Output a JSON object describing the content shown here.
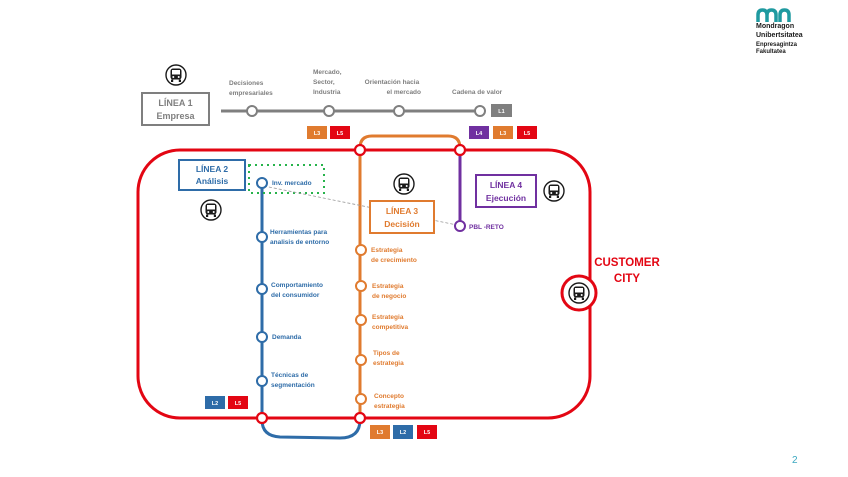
{
  "logo": {
    "name_line1": "Mondragon",
    "name_line2": "Unibertsitatea",
    "faculty_line1": "Enpresagintza",
    "faculty_line2": "Fakultatea",
    "color": "#1f9aa0"
  },
  "colors": {
    "linea1": "#7f7f7f",
    "linea2": "#2e6ca8",
    "linea3": "#e07b2f",
    "linea4": "#7030a0",
    "linea5": "#e30613",
    "dotted": "#27b34b"
  },
  "linea1": {
    "title_prefix": "LÍNEA",
    "number": "1",
    "name": "Empresa",
    "stations": [
      {
        "label": [
          "Decisiones",
          "empresariales"
        ]
      },
      {
        "label": [
          "Mercado,",
          "Sector,",
          "Industria"
        ]
      },
      {
        "label": [
          "Orientación hacia",
          "el mercado"
        ]
      },
      {
        "label": [
          "Cadena de valor"
        ]
      }
    ],
    "badge": "L1",
    "badges_mercado": [
      "L3",
      "L5"
    ],
    "badges_cadena": [
      "L4",
      "L3",
      "L5"
    ]
  },
  "linea2": {
    "title_prefix": "LÍNEA",
    "number": "2",
    "name": "Análisis",
    "stations": [
      {
        "label": [
          "Inv. mercado"
        ]
      },
      {
        "label": [
          "Herramientas para",
          "analisis de entorno"
        ]
      },
      {
        "label": [
          "Comportamiento",
          "del consumidor"
        ]
      },
      {
        "label": [
          "Demanda"
        ]
      },
      {
        "label": [
          "Técnicas de",
          "segmentación"
        ]
      }
    ],
    "badges": [
      "L2",
      "L5"
    ]
  },
  "linea3": {
    "title_prefix": "LÍNEA",
    "number": "3",
    "name": "Decisión",
    "stations": [
      {
        "label": [
          "Estrategia",
          "de crecimiento"
        ]
      },
      {
        "label": [
          "Estrategia",
          "de negocio"
        ]
      },
      {
        "label": [
          "Estrategia",
          "competitiva"
        ]
      },
      {
        "label": [
          "Tipos de",
          "estrategia"
        ]
      },
      {
        "label": [
          "Concepto",
          "estrategia"
        ]
      }
    ],
    "badges": [
      "L3",
      "L2",
      "L5"
    ]
  },
  "linea4": {
    "title_prefix": "LÍNEA",
    "number": "4",
    "name": "Ejecución",
    "stations": [
      {
        "label": [
          "PBL -RETO"
        ]
      }
    ]
  },
  "customer_city": {
    "line1": "CUSTOMER",
    "line2": "CITY"
  },
  "page_number": "2"
}
